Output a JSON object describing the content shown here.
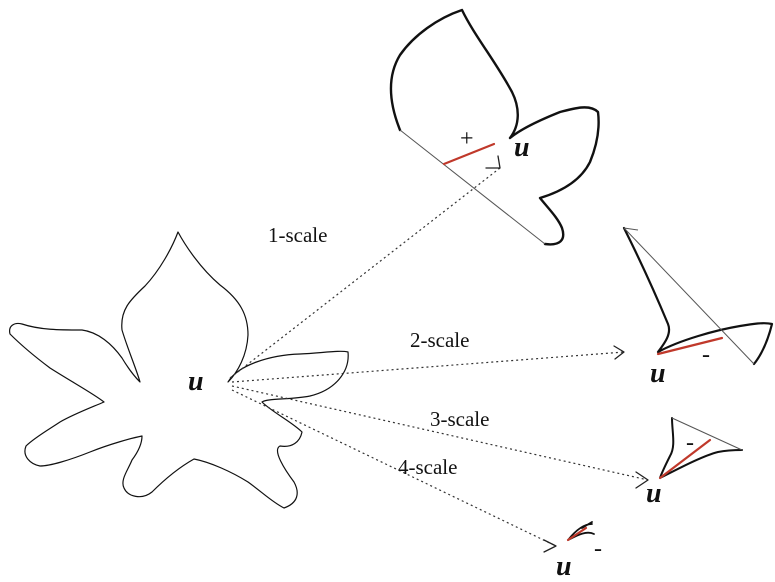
{
  "point_label": "u",
  "signs": {
    "plus": "+",
    "minus": "-"
  },
  "scales": [
    {
      "label": "1-scale",
      "sign": "+"
    },
    {
      "label": "2-scale",
      "sign": "-"
    },
    {
      "label": "3-scale",
      "sign": "-"
    },
    {
      "label": "4-scale",
      "sign": "-"
    }
  ],
  "colors": {
    "outline": "#111111",
    "chord": "#c0392b",
    "arrow": "#333333"
  }
}
